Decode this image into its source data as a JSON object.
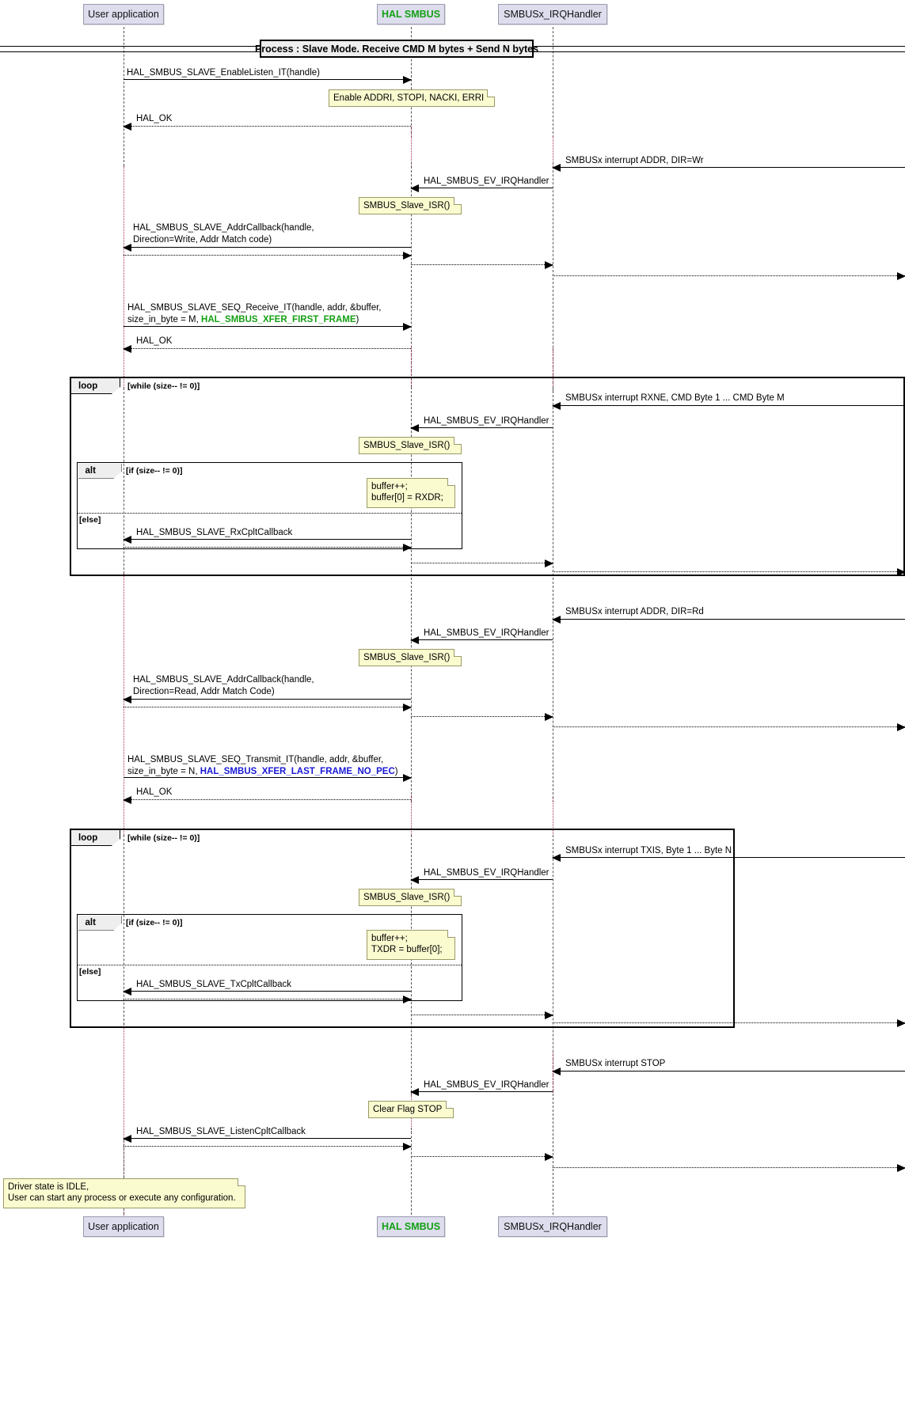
{
  "diagram": {
    "title": "Process :  Slave Mode. Receive CMD M bytes + Send N bytes",
    "type": "uml-sequence-diagram",
    "colors": {
      "participant_fill": "#DDDDEE",
      "note_fill": "#FBFBD0",
      "frame_tab_fill": "#EEEEEE",
      "accent_green": "#14A014",
      "accent_blue": "#1818D8",
      "lifeline_red": "#A03050"
    }
  },
  "participants": {
    "top": [
      {
        "id": "user",
        "label": "User application",
        "style": "normal"
      },
      {
        "id": "hal",
        "label": "HAL SMBUS",
        "style": "green-bold"
      },
      {
        "id": "irq",
        "label": "SMBUSx_IRQHandler",
        "style": "normal"
      }
    ],
    "bottom": [
      {
        "id": "user",
        "label": "User application",
        "style": "normal"
      },
      {
        "id": "hal",
        "label": "HAL SMBUS",
        "style": "green-bold"
      },
      {
        "id": "irq",
        "label": "SMBUSx_IRQHandler",
        "style": "normal"
      }
    ]
  },
  "messages": {
    "m01": "HAL_SMBUS_SLAVE_EnableListen_IT(handle)",
    "m02": "HAL_OK",
    "m03": "SMBUSx interrupt ADDR, DIR=Wr",
    "m04": "HAL_SMBUS_EV_IRQHandler",
    "m05_l1": "HAL_SMBUS_SLAVE_AddrCallback(handle,",
    "m05_l2": "Direction=Write, Addr Match code)",
    "m06_l1": "HAL_SMBUS_SLAVE_SEQ_Receive_IT(handle, addr, &buffer,",
    "m06_l2a": "size_in_byte = M, ",
    "m06_l2b": "HAL_SMBUS_XFER_FIRST_FRAME",
    "m06_l2c": ")",
    "m07": "HAL_OK",
    "m08": "SMBUSx interrupt RXNE, CMD Byte 1 ... CMD Byte M",
    "m09": "HAL_SMBUS_EV_IRQHandler",
    "m10": "HAL_SMBUS_SLAVE_RxCpltCallback",
    "m11": "SMBUSx interrupt ADDR, DIR=Rd",
    "m12": "HAL_SMBUS_EV_IRQHandler",
    "m13_l1": "HAL_SMBUS_SLAVE_AddrCallback(handle,",
    "m13_l2": "Direction=Read, Addr Match Code)",
    "m14_l1": "HAL_SMBUS_SLAVE_SEQ_Transmit_IT(handle, addr, &buffer,",
    "m14_l2a": "size_in_byte = N, ",
    "m14_l2b": "HAL_SMBUS_XFER_LAST_FRAME_NO_PEC",
    "m14_l2c": ")",
    "m15": "HAL_OK",
    "m16": "SMBUSx interrupt TXIS, Byte 1 ... Byte N",
    "m17": "HAL_SMBUS_EV_IRQHandler",
    "m18": "HAL_SMBUS_SLAVE_TxCpltCallback",
    "m19": "SMBUSx interrupt STOP",
    "m20": "HAL_SMBUS_EV_IRQHandler",
    "m21": "HAL_SMBUS_SLAVE_ListenCpltCallback"
  },
  "notes": {
    "n1": "Enable ADDRI, STOPI, NACKI, ERRI",
    "n2": "SMBUS_Slave_ISR()",
    "n3": "SMBUS_Slave_ISR()",
    "n4_l1": "buffer++;",
    "n4_l2": "buffer[0] = RXDR;",
    "n5": "SMBUS_Slave_ISR()",
    "n6": "SMBUS_Slave_ISR()",
    "n7_l1": "buffer++;",
    "n7_l2": "TXDR = buffer[0];",
    "n8": "Clear Flag STOP",
    "n9_l1": "Driver state is IDLE,",
    "n9_l2": "User can start any process or execute any configuration."
  },
  "frames": {
    "loop1": {
      "kind": "loop",
      "condition": "[while (size-- != 0)]"
    },
    "alt1": {
      "kind": "alt",
      "condition": "[if (size-- != 0)]",
      "else": "[else]"
    },
    "loop2": {
      "kind": "loop",
      "condition": "[while (size-- != 0)]"
    },
    "alt2": {
      "kind": "alt",
      "condition": "[if (size-- != 0)]",
      "else": "[else]"
    }
  }
}
